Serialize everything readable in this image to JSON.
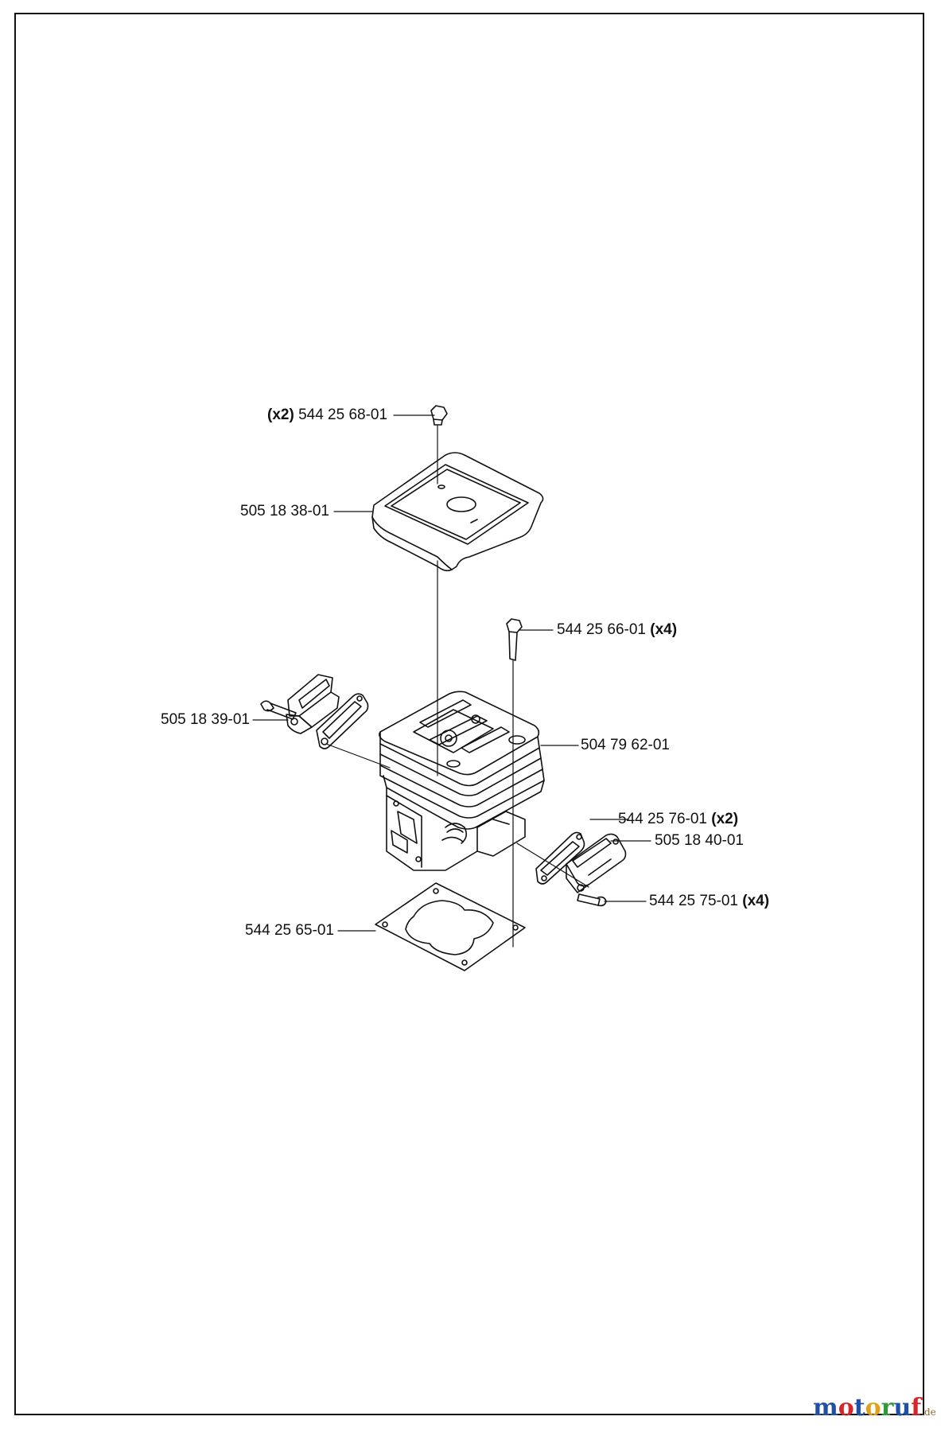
{
  "labels": {
    "p1": {
      "part": "544 25 68-01",
      "qty": "(x2)"
    },
    "p2": {
      "part": "505 18 38-01"
    },
    "p3": {
      "part": "544 25 66-01",
      "qty": "(x4)"
    },
    "p4": {
      "part": "505 18 39-01"
    },
    "p5": {
      "part": "504 79 62-01"
    },
    "p6": {
      "part": "544 25 76-01",
      "qty": "(x2)"
    },
    "p7": {
      "part": "505 18 40-01"
    },
    "p8": {
      "part": "544 25 75-01",
      "qty": "(x4)"
    },
    "p9": {
      "part": "544 25 65-01"
    }
  },
  "watermark": {
    "letters": [
      "m",
      "o",
      "t",
      "o",
      "r",
      "u",
      "f"
    ],
    "colors": [
      "#1f4fa8",
      "#d4262b",
      "#1f4fa8",
      "#e1a21a",
      "#2e9a3a",
      "#1f4fa8",
      "#d4262b"
    ],
    "suffix": ".de"
  }
}
